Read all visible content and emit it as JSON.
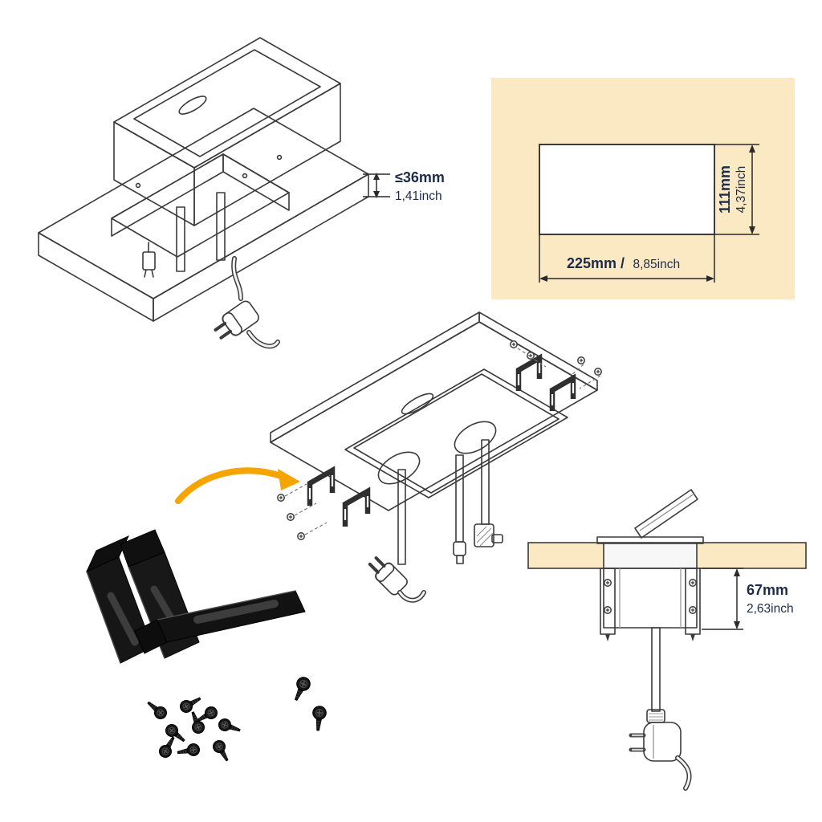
{
  "document": {
    "type": "product-installation-diagram",
    "product": "recessed-table-socket-mounting-instructions"
  },
  "colors": {
    "background": "#ffffff",
    "wood_cream": "#fbe9c4",
    "wood_shade": "#f3dcae",
    "line": "#3b3b3b",
    "text_navy": "#1d2b4a",
    "accent_orange": "#f6a500",
    "hardware_black": "#141414"
  },
  "labels": {
    "max_thickness": {
      "metric": "≤36mm",
      "imperial": "1,41inch"
    },
    "cutout_width": {
      "metric": "225mm /",
      "imperial": "8,85inch"
    },
    "cutout_height": {
      "metric": "111mm",
      "imperial": "4,37inch"
    },
    "mounting_depth": {
      "metric": "67mm",
      "imperial": "2,63inch"
    }
  }
}
